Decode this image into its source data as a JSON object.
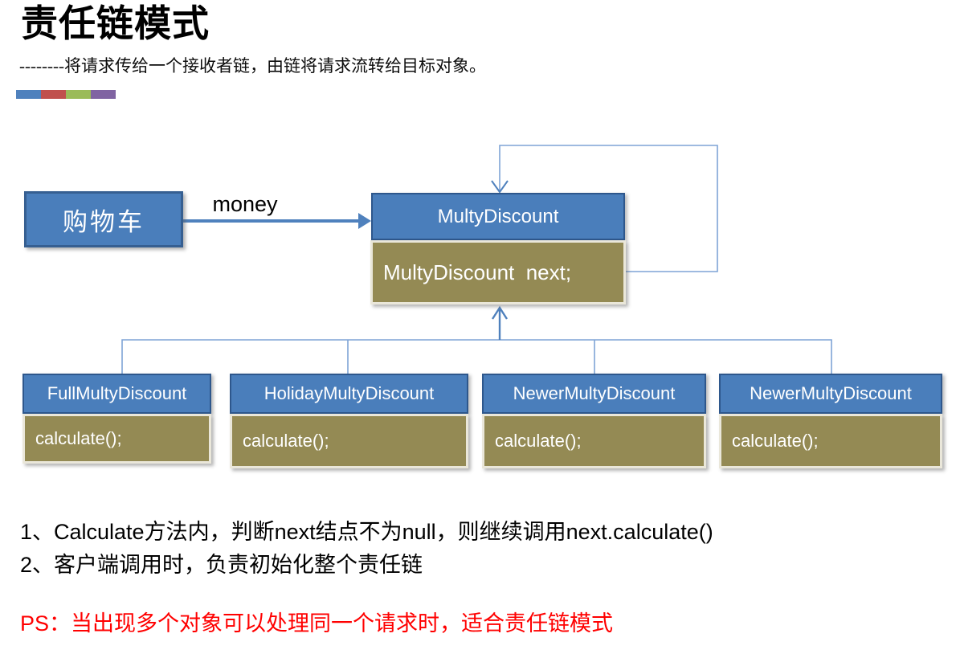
{
  "header": {
    "title": "责任链模式",
    "subtitle": "--------将请求传给一个接收者链，由链将请求流转给目标对象。",
    "accent_bars": [
      "#4F81BD",
      "#C0504D",
      "#9BBB59",
      "#8064A2"
    ]
  },
  "diagram": {
    "client_box": {
      "label": "购物车"
    },
    "flow_arrow": {
      "label": "money"
    },
    "parent_class": {
      "name": "MultyDiscount",
      "field": "MultyDiscount  next;"
    },
    "children": [
      {
        "name": "FullMultyDiscount",
        "method": "calculate();"
      },
      {
        "name": "HolidayMultyDiscount",
        "method": "calculate();"
      },
      {
        "name": "NewerMultyDiscount",
        "method": "calculate();"
      },
      {
        "name": "NewerMultyDiscount",
        "method": "calculate();"
      }
    ],
    "colors": {
      "class_header_fill": "#4A7EBB",
      "class_header_border": "#2E578C",
      "field_fill": "#948A54",
      "field_border": "#EAE7DA",
      "connector": "#7EA4D6",
      "arrow": "#4F81BD"
    }
  },
  "notes": {
    "line1": "1、Calculate方法内，判断next结点不为null，则继续调用next.calculate()",
    "line2": "2、客户端调用时，负责初始化整个责任链",
    "ps": "PS：当出现多个对象可以处理同一个请求时，适合责任链模式",
    "ps_color": "#FF0000"
  }
}
